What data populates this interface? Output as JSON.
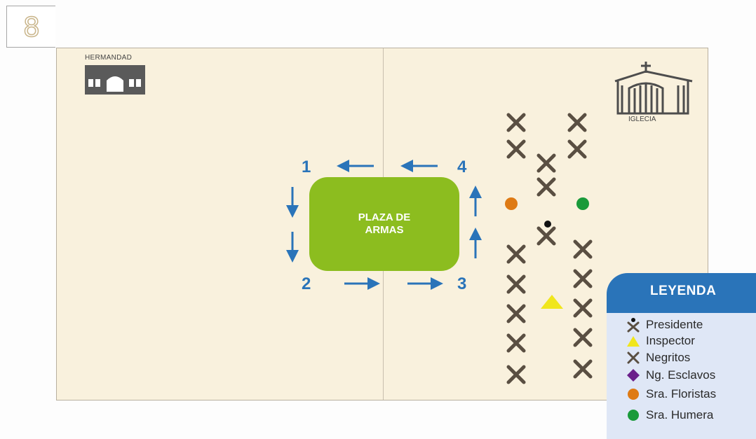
{
  "page": {
    "number": "8"
  },
  "map": {
    "hermandad_label": "HERMANDAD",
    "iglesia_label": "IGLECIA",
    "plaza_lines": [
      "PLAZA DE",
      "ARMAS"
    ],
    "corners": [
      "1",
      "2",
      "3",
      "4"
    ]
  },
  "legend": {
    "title": "LEYENDA",
    "items": [
      "Presidente",
      "Inspector",
      "Negritos",
      "Ng. Esclavos",
      "Sra. Floristas",
      "Sra. Humera"
    ]
  },
  "colors": {
    "map_background": "#f9f1dd",
    "plaza_green": "#8cbd1f",
    "arrow_blue": "#2a74b9",
    "negrito_brown": "#5a4f42",
    "inspector_yellow": "#f0e61c",
    "esclavos_purple": "#6b1f8a",
    "floristas_orange": "#de7a14",
    "humera_green": "#1a9a3a"
  },
  "icons": [
    "church-icon",
    "hermandad-building-icon",
    "direction-arrow-icon",
    "negrito-x-icon",
    "presidente-icon",
    "inspector-triangle-icon",
    "esclavos-diamond-icon",
    "floristas-dot-icon",
    "humera-dot-icon"
  ]
}
